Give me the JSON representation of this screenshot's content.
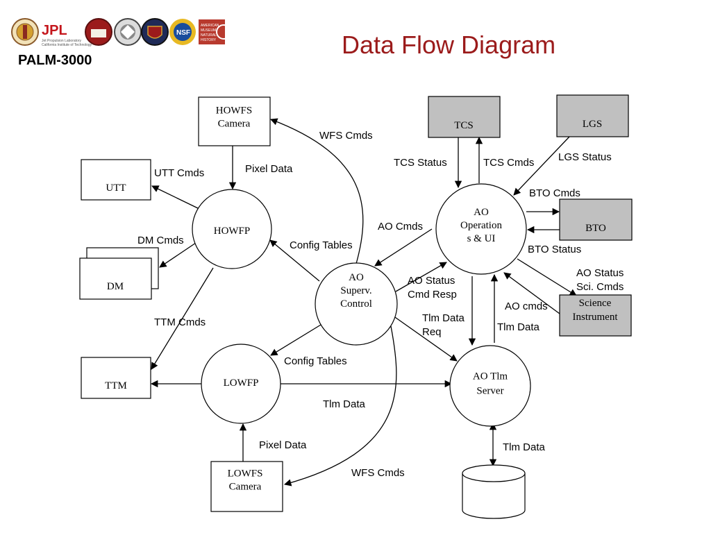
{
  "header": {
    "title": "Data Flow Diagram",
    "subtitle": "PALM-3000",
    "title_color": "#9b1b1b"
  },
  "logos": {
    "jpl_text": "JPL",
    "jpl_caption": "Jet Propulsion Laboratory\nCalifornia Institute of Technology",
    "nsf_text": "NSF",
    "amnh_text": "AMERICAN MUSEUM NATURAL HISTORY"
  },
  "nodes": {
    "howfs_camera": [
      "HOWFS",
      "Camera"
    ],
    "utt": [
      "UTT"
    ],
    "dm": [
      "DM"
    ],
    "howfp": [
      "HOWFP"
    ],
    "ttm": [
      "TTM"
    ],
    "lowfp": [
      "LOWFP"
    ],
    "lowfs_camera": [
      "LOWFS",
      "Camera"
    ],
    "ao_supervisory": [
      "AO",
      "Superv.",
      "Control"
    ],
    "ao_operations": [
      "AO",
      "Operation",
      "s & UI"
    ],
    "ao_tlm_server": [
      "AO Tlm",
      "Server"
    ],
    "tcs": [
      "TCS"
    ],
    "lgs": [
      "LGS"
    ],
    "bto": [
      "BTO"
    ],
    "science_instrument": [
      "Science",
      "Instrument"
    ]
  },
  "flows": {
    "wfs_cmds_top": [
      "WFS Cmds"
    ],
    "pixel_data_top": [
      "Pixel Data"
    ],
    "utt_cmds": [
      "UTT Cmds"
    ],
    "dm_cmds": [
      "DM Cmds"
    ],
    "config_tables_top": [
      "Config Tables"
    ],
    "ttm_cmds": [
      "TTM Cmds"
    ],
    "config_tables_bottom": [
      "Config Tables"
    ],
    "tlm_data_bottom": [
      "Tlm Data"
    ],
    "pixel_data_bottom": [
      "Pixel Data"
    ],
    "wfs_cmds_bottom": [
      "WFS Cmds"
    ],
    "ao_cmds": [
      "AO Cmds"
    ],
    "ao_status_cmd_resp": [
      "AO Status",
      "Cmd Resp"
    ],
    "tlm_data_req": [
      "Tlm Data",
      "Req"
    ],
    "tlm_data_right": [
      "Tlm Data"
    ],
    "tlm_data_db": [
      "Tlm Data"
    ],
    "tcs_status": [
      "TCS Status"
    ],
    "tcs_cmds": [
      "TCS Cmds"
    ],
    "lgs_status": [
      "LGS Status"
    ],
    "bto_cmds": [
      "BTO Cmds"
    ],
    "bto_status": [
      "BTO Status"
    ],
    "ao_status_sci_cmds": [
      "AO Status",
      "Sci. Cmds"
    ],
    "ao_cmds_si": [
      "AO cmds"
    ]
  },
  "colors": {
    "external_fill": "#c0c0c0",
    "box_fill": "#ffffff",
    "line": "#000000"
  }
}
